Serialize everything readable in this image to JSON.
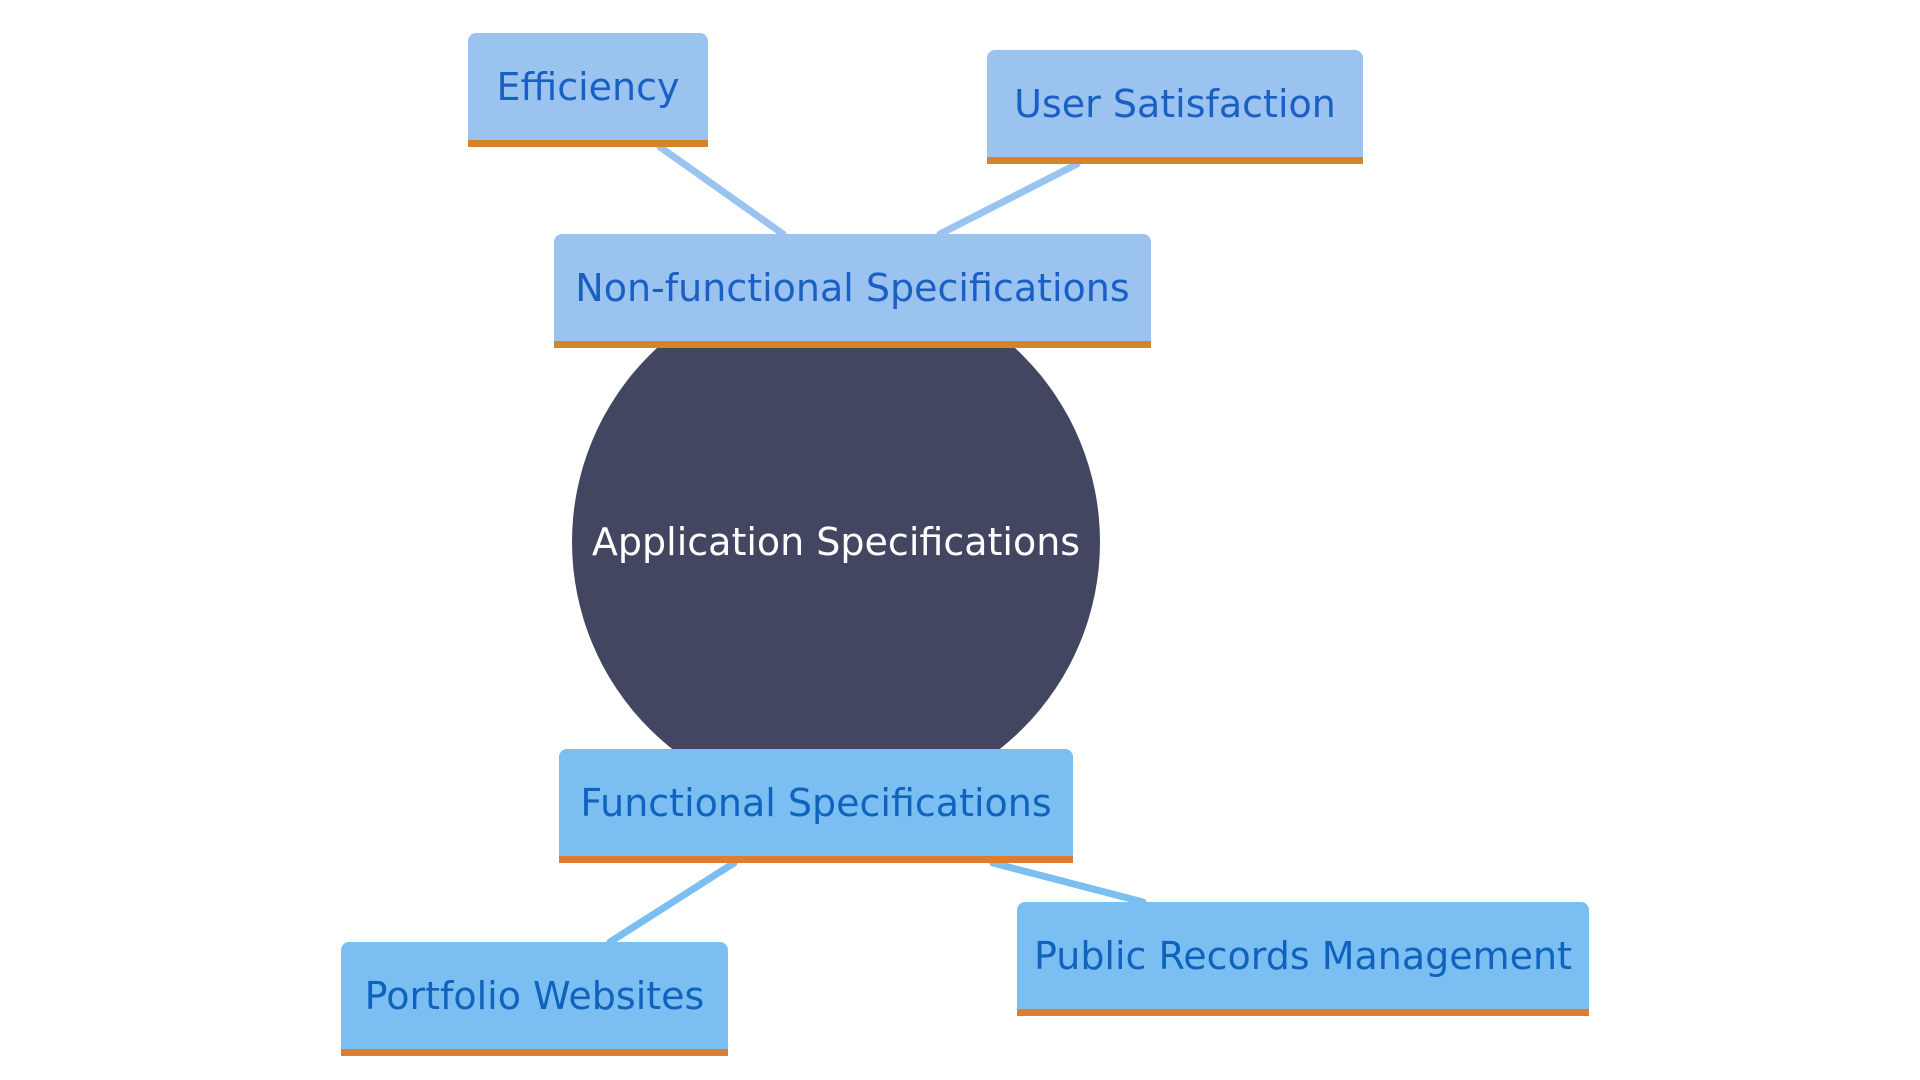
{
  "diagram": {
    "root": {
      "label": "Application Specifications"
    },
    "branches": [
      {
        "label": "Non-functional Specifications",
        "children": [
          {
            "label": "Efficiency"
          },
          {
            "label": "User Satisfaction"
          }
        ]
      },
      {
        "label": "Functional Specifications",
        "children": [
          {
            "label": "Portfolio Websites"
          },
          {
            "label": "Public Records Management"
          }
        ]
      }
    ]
  },
  "colors": {
    "root_fill": "#424660",
    "root_text": "#ffffff",
    "nonfunctional_fill": "#9bc3f0",
    "nonfunctional_text": "#1a5fc4",
    "nonfunctional_edge": "#9bc3f0",
    "functional_fill": "#7bbff2",
    "functional_text": "#0f63bd",
    "functional_edge": "#7bbff2",
    "accent_border": "#e07c2e"
  }
}
